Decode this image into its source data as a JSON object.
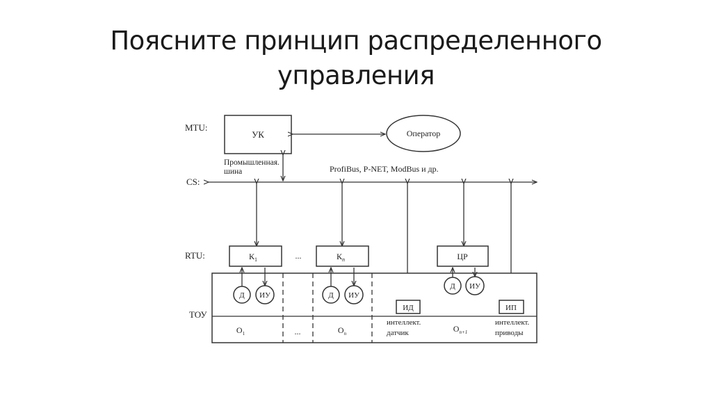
{
  "title": {
    "line1": "Поясните принцип распределенного",
    "line2": "управления"
  },
  "diagram": {
    "levels": {
      "mtu": "MTU:",
      "cs": "CS:",
      "rtu": "RTU:",
      "tou": "ТОУ"
    },
    "nodes": {
      "uk": "УК",
      "operator": "Оператор",
      "k1": "К",
      "k1_sub": "1",
      "kn": "К",
      "kn_sub": "n",
      "cr": "ЦР",
      "rtu_ellipsis": "...",
      "id": "ИД",
      "ip": "ИП"
    },
    "bus": {
      "label_line1": "Промышленная.",
      "label_line2": "шина",
      "protocols": "ProfiBus, P-NET, ModBus и др."
    },
    "devices": {
      "sensor": "Д",
      "actuator": "ИУ"
    },
    "objects": {
      "o1": "О",
      "o1_sub": "1",
      "ellipsis": "...",
      "on": "О",
      "on_sub": "n",
      "on1": "О",
      "on1_sub": "n+1",
      "smart_sensor_line1": "интеллект.",
      "smart_sensor_line2": "датчик",
      "smart_drive_line1": "интеллект.",
      "smart_drive_line2": "приводы"
    }
  }
}
